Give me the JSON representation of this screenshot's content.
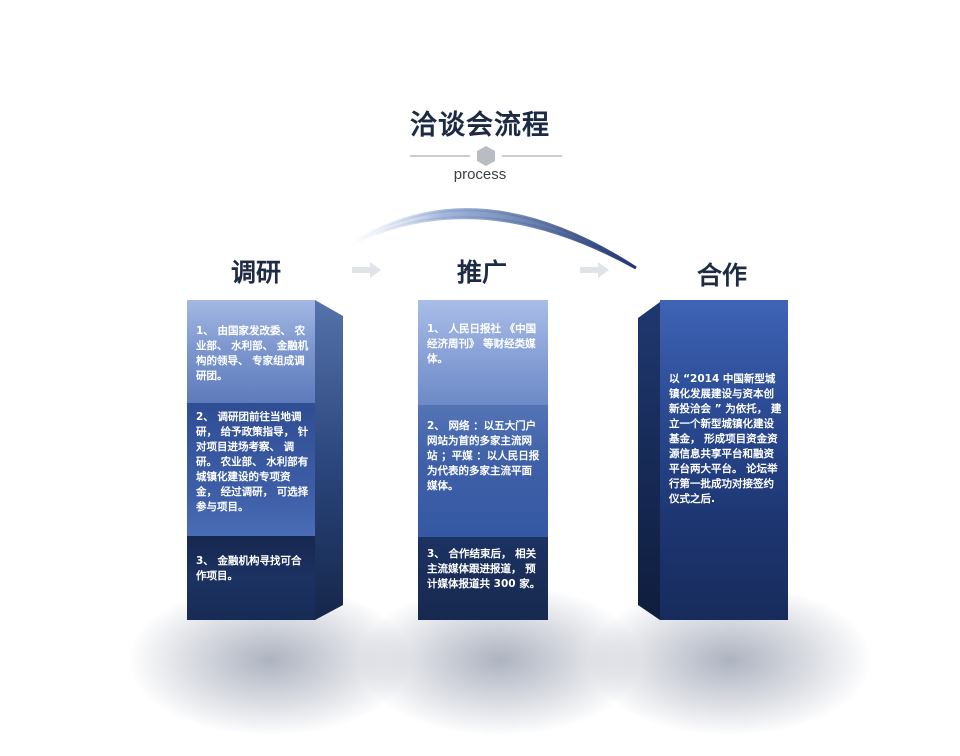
{
  "title": "洽谈会流程",
  "subtitle": "process",
  "steps": [
    {
      "label": "调研"
    },
    {
      "label": "推广"
    },
    {
      "label": "合作"
    }
  ],
  "columns": [
    {
      "blocks": [
        "1、 由国家发改委、 农业部、 水利部、 金融机构的领导、 专家组成调研团。",
        "2、 调研团前往当地调研， 给予政策指导， 针对项目进场考察、 调研。 农业部、 水利部有城镇化建设的专项资金， 经过调研， 可选择参与项目。",
        "3、 金融机构寻找可合作项目。"
      ]
    },
    {
      "blocks": [
        "1、 人民日报社 《中国经济周刊》 等财经类媒体。",
        "2、 网络 ：以五大门户网站为首的多家主流网站 ；平媒 ：以人民日报为代表的多家主流平面媒体。",
        "3、 合作结束后， 相关主流媒体跟进报道， 预计媒体报道共 300 家。"
      ]
    },
    {
      "blocks": [
        "以 “2014 中国新型城镇化发展建设与资本创新投洽会 ” 为依托， 建立一个新型城镇化建设基金， 形成项目资金资源信息共享平台和融资平台两大平台。 论坛举行第一批成功对接签约仪式之后."
      ]
    }
  ]
}
